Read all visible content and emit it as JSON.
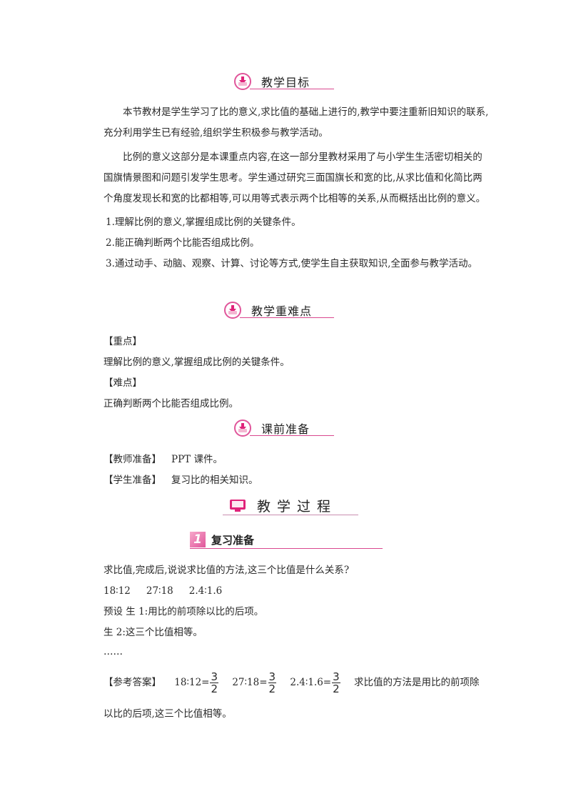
{
  "sections": {
    "objectives": {
      "title": "教学目标",
      "icon": "download-circle-icon",
      "paragraphs": [
        "本节教材是学生学习了比的意义,求比值的基础上进行的,教学中要注重新旧知识的联系,充分利用学生已有经验,组织学生积极参与教学活动。",
        "比例的意义这部分是本课重点内容,在这一部分里教材采用了与小学生生活密切相关的国旗情景图和问题引发学生思考。学生通过研究三面国旗长和宽的比,从求比值和化简比两个角度发现长和宽的比都相等,可以用等式表示两个比相等的关系,从而概括出比例的意义。"
      ],
      "goals": [
        "1.理解比例的意义,掌握组成比例的关键条件。",
        "2.能正确判断两个比能否组成比例。",
        "3.通过动手、动脑、观察、计算、讨论等方式,使学生自主获取知识,全面参与教学活动。"
      ]
    },
    "key_points": {
      "title": "教学重难点",
      "icon": "download-circle-icon",
      "focus_label": "【重点】",
      "focus_text": "理解比例的意义,掌握组成比例的关键条件。",
      "difficulty_label": "【难点】",
      "difficulty_text": "正确判断两个比能否组成比例。"
    },
    "preparation": {
      "title": "课前准备",
      "icon": "download-circle-icon",
      "teacher_label": "【教师准备】",
      "teacher_text": "PPT 课件。",
      "student_label": "【学生准备】",
      "student_text": "复习比的相关知识。"
    },
    "process": {
      "title": "教学过程",
      "icon": "monitor-icon",
      "step1": {
        "number": "1",
        "title": "复习准备",
        "question": "求比值,完成后,说说求比值的方法,这三个比值是什么关系?",
        "ratios": [
          "18∶12",
          "27∶18",
          "2.4∶1.6"
        ],
        "preset_line1": "预设  生 1:用比的前项除以比的后项。",
        "preset_line2": "生 2:这三个比值相等。",
        "ellipsis": "……",
        "answer_label": "【参考答案】",
        "answers": [
          {
            "expr": "18∶12=",
            "num": "3",
            "den": "2"
          },
          {
            "expr": "27∶18=",
            "num": "3",
            "den": "2"
          },
          {
            "expr": "2.4∶1.6=",
            "num": "3",
            "den": "2"
          }
        ],
        "answer_text_1": "求比值的方法是用比的前项除",
        "answer_text_2": "以比的后项,这三个比值相等。"
      }
    }
  },
  "colors": {
    "accent": "#e0237a",
    "accent_light": "#f4b7d2",
    "rule": "#d9488f"
  }
}
